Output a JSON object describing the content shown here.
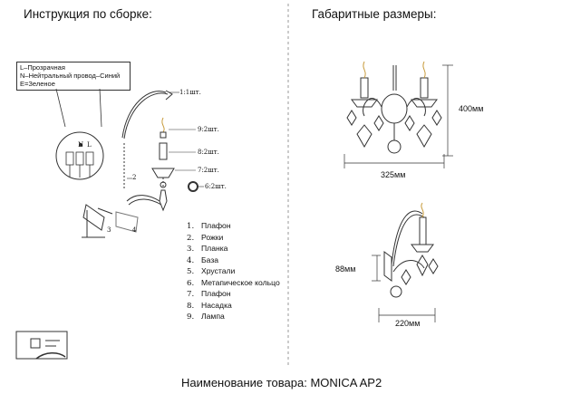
{
  "headers": {
    "assembly": "Инструкция по сборке:",
    "dimensions": "Габаритные размеры:"
  },
  "wiring_legend": [
    "L–Прозрачная",
    "N–Нейтральный провод–Синий",
    "E=Зеленое"
  ],
  "callouts": [
    "1:1шт.",
    "9:2шт.",
    "8:2шт.",
    "7:2шт.",
    "6:2шт."
  ],
  "callout_numbers": [
    "2",
    "3",
    "4"
  ],
  "terminal_letters": [
    "N",
    "L"
  ],
  "parts_list": [
    {
      "num": "1.",
      "name": "Плафон"
    },
    {
      "num": "2.",
      "name": "Рожки"
    },
    {
      "num": "3.",
      "name": "Планка"
    },
    {
      "num": "4.",
      "name": "База"
    },
    {
      "num": "5.",
      "name": "Хрустали"
    },
    {
      "num": "6.",
      "name": "Метапическое кольцо"
    },
    {
      "num": "7.",
      "name": "Плафон"
    },
    {
      "num": "8.",
      "name": "Насадка"
    },
    {
      "num": "9.",
      "name": "Лампа"
    }
  ],
  "dimensions": {
    "height": "400мм",
    "width": "325мм",
    "depth_height": "88мм",
    "depth": "220мм"
  },
  "footer": "Наименование товара: MONICA AP2",
  "colors": {
    "line": "#333333",
    "crystal": "#555555",
    "amber": "#c79a3a"
  }
}
